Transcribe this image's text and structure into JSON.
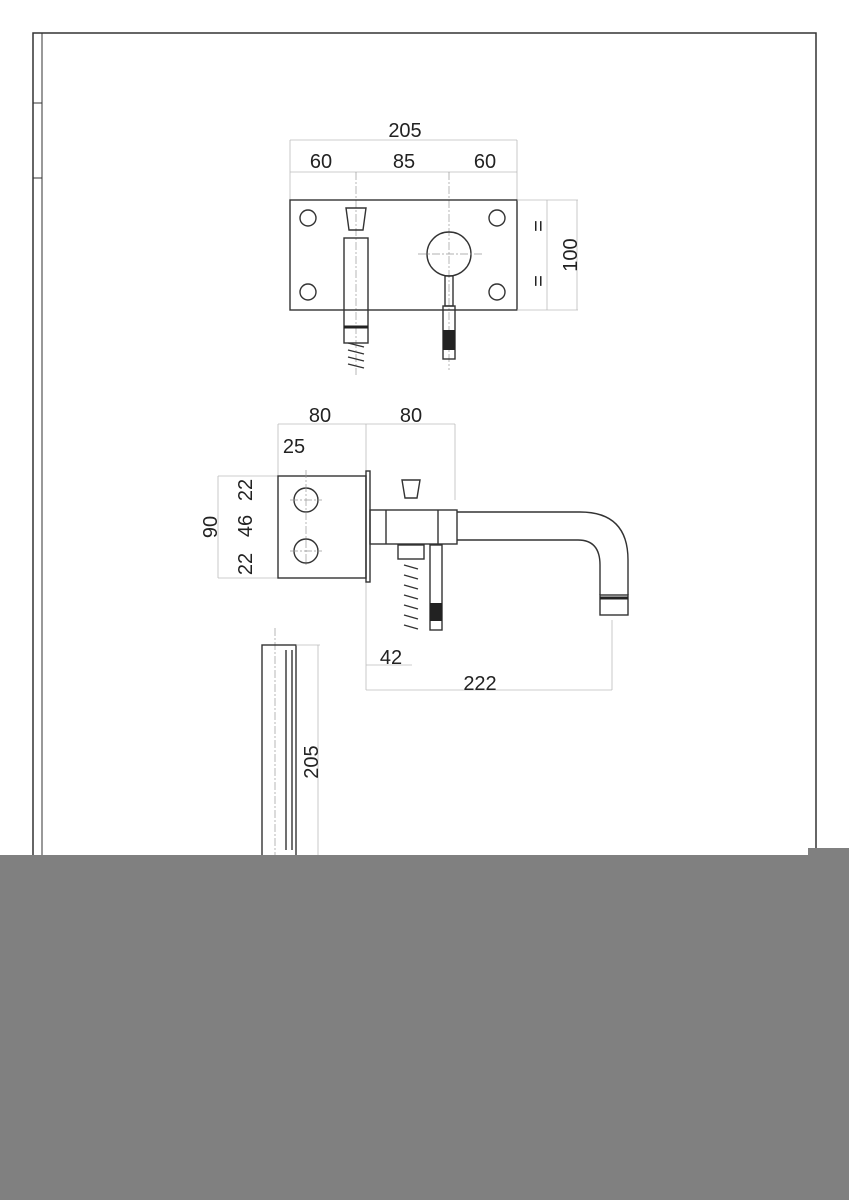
{
  "front_view": {
    "overall_width": "205",
    "left": "60",
    "middle": "85",
    "right": "60",
    "height": "100",
    "equal_top": "=",
    "equal_bottom": "="
  },
  "side_view": {
    "depth_left": "80",
    "depth_right": "80",
    "offset": "25",
    "total_height": "90",
    "top": "22",
    "middle": "46",
    "bottom": "22",
    "hose_offset": "42",
    "spout_reach": "222"
  },
  "handshower_view": {
    "length": "205"
  },
  "colors": {
    "overlay": "#808080",
    "line": "#333333"
  }
}
